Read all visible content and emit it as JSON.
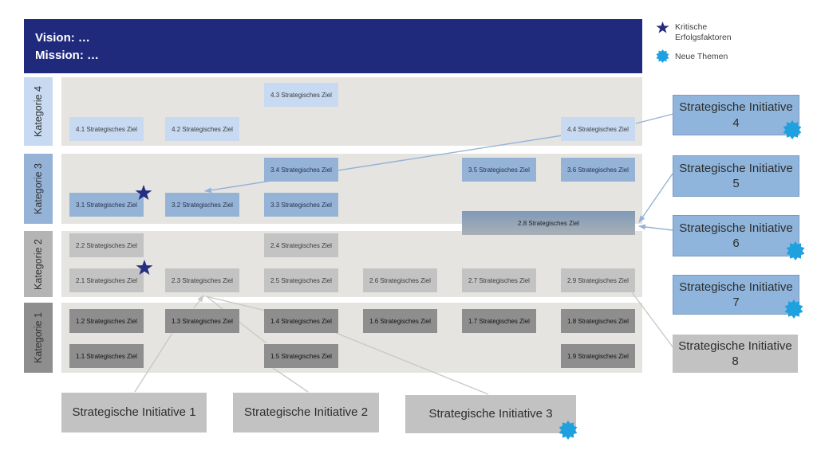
{
  "header": {
    "vision": "Vision: …",
    "mission": "Mission: …"
  },
  "legend": {
    "critical_label": "Kritische Erfolgsfaktoren",
    "new_label": "Neue Themen"
  },
  "categories": [
    {
      "label": "Kategorie 4",
      "goals": [
        {
          "label": "4.1 Strategisches Ziel"
        },
        {
          "label": "4.2 Strategisches Ziel"
        },
        {
          "label": "4.3 Strategisches Ziel"
        },
        {
          "label": "4.4 Strategisches Ziel"
        }
      ]
    },
    {
      "label": "Kategorie 3",
      "goals": [
        {
          "label": "3.1 Strategisches Ziel"
        },
        {
          "label": "3.2 Strategisches Ziel"
        },
        {
          "label": "3.3 Strategisches Ziel"
        },
        {
          "label": "3.4 Strategisches Ziel"
        },
        {
          "label": "3.5 Strategisches Ziel"
        },
        {
          "label": "3.6 Strategisches Ziel"
        }
      ]
    },
    {
      "label": "Kategorie 2",
      "goals": [
        {
          "label": "2.1 Strategisches Ziel"
        },
        {
          "label": "2.2 Strategisches Ziel"
        },
        {
          "label": "2.3 Strategisches Ziel"
        },
        {
          "label": "2.4 Strategisches Ziel"
        },
        {
          "label": "2.5 Strategisches Ziel"
        },
        {
          "label": "2.6 Strategisches Ziel"
        },
        {
          "label": "2.7 Strategisches Ziel"
        },
        {
          "label": "2.9 Strategisches Ziel"
        }
      ]
    },
    {
      "label": "Kategorie 1",
      "goals": [
        {
          "label": "1.1 Strategisches Ziel"
        },
        {
          "label": "1.2 Strategisches Ziel"
        },
        {
          "label": "1.3 Strategisches Ziel"
        },
        {
          "label": "1.4 Strategisches Ziel"
        },
        {
          "label": "1.5 Strategisches Ziel"
        },
        {
          "label": "1.6 Strategisches Ziel"
        },
        {
          "label": "1.7 Strategisches Ziel"
        },
        {
          "label": "1.8 Strategisches Ziel"
        },
        {
          "label": "1.9 Strategisches Ziel"
        }
      ]
    }
  ],
  "wide_goal": {
    "label": "2.8 Strategisches Ziel"
  },
  "initiatives_right": [
    {
      "title": "Strategische Initiative",
      "number": "4",
      "style": "blue",
      "new_topic": true
    },
    {
      "title": "Strategische Initiative",
      "number": "5",
      "style": "blue",
      "new_topic": false
    },
    {
      "title": "Strategische Initiative",
      "number": "6",
      "style": "blue",
      "new_topic": true
    },
    {
      "title": "Strategische Initiative",
      "number": "7",
      "style": "blue",
      "new_topic": true
    },
    {
      "title": "Strategische Initiative",
      "number": "8",
      "style": "gray",
      "new_topic": false
    }
  ],
  "initiatives_bottom": [
    {
      "label": "Strategische Initiative 1",
      "new_topic": false
    },
    {
      "label": "Strategische Initiative 2",
      "new_topic": false
    },
    {
      "label": "Strategische Initiative 3",
      "new_topic": true
    }
  ],
  "critical_goals": [
    "3.1 Strategisches Ziel",
    "2.1 Strategisches Ziel"
  ],
  "new_topic_items": [
    "Strategische Initiative 4",
    "Strategische Initiative 6",
    "Strategische Initiative 7",
    "Strategische Initiative 3"
  ],
  "connections": [
    {
      "from": "4.4 Strategisches Ziel",
      "to": "3.2 Strategisches Ziel",
      "color": "blue",
      "arrow": true
    },
    {
      "from": "4.4 Strategisches Ziel",
      "to": "Strategische Initiative 4",
      "color": "blue",
      "arrow": false
    },
    {
      "from": "Strategische Initiative 5",
      "to": "2.8 Strategisches Ziel",
      "color": "blue",
      "arrow": true
    },
    {
      "from": "Strategische Initiative 6",
      "to": "2.8 Strategisches Ziel",
      "color": "blue",
      "arrow": true
    },
    {
      "from": "1.3 Strategisches Ziel",
      "to": "2.3 Strategisches Ziel",
      "color": "gray",
      "arrow": true
    },
    {
      "from": "1.4 Strategisches Ziel",
      "to": "2.3 Strategisches Ziel",
      "color": "gray",
      "arrow": false
    },
    {
      "from": "1.5 Strategisches Ziel",
      "to": "2.3 Strategisches Ziel",
      "color": "gray",
      "arrow": false
    },
    {
      "from": "1.3 Strategisches Ziel",
      "to": "Strategische Initiative 1",
      "color": "gray",
      "arrow": false
    },
    {
      "from": "1.5 Strategisches Ziel",
      "to": "Strategische Initiative 2",
      "color": "gray",
      "arrow": false
    },
    {
      "from": "1.4 Strategisches Ziel",
      "to": "Strategische Initiative 3",
      "color": "gray",
      "arrow": false
    },
    {
      "from": "2.9 Strategisches Ziel",
      "to": "Strategische Initiative 8",
      "color": "gray",
      "arrow": false
    }
  ],
  "colors": {
    "navy": "#202a7c",
    "cat4": "#c7daf1",
    "cat3": "#95b3d7",
    "cat2_tab": "#b4b4b4",
    "cat2_goal": "#c3c3c3",
    "cat1_tab": "#8e8e8e",
    "cat1_goal": "#8e8e8e",
    "band": "#e5e4e0",
    "init_blue": "#8fb5dc",
    "init_gray": "#c2c2c2",
    "line_blue": "#95b3d7",
    "line_gray": "#c9c9c7",
    "star": "#252e7f",
    "burst": "#1fa1e0",
    "goal28_top": "#7f9ab9",
    "goal28_bottom": "#a9b0b5"
  }
}
